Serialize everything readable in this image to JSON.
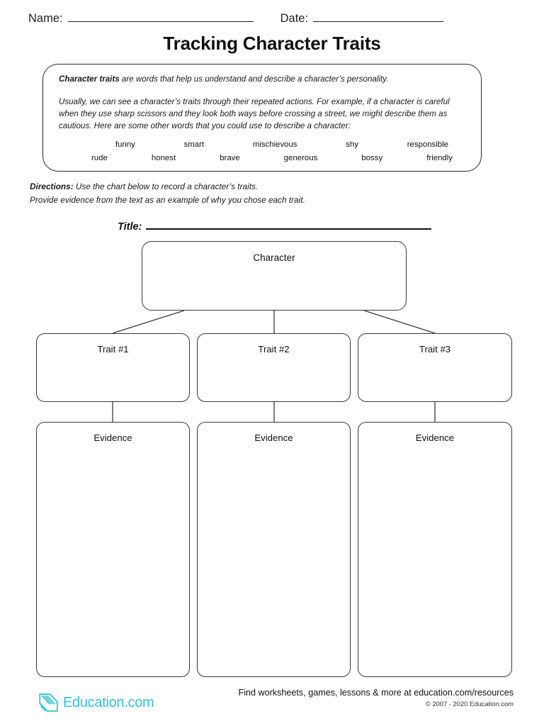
{
  "header": {
    "name_label": "Name:",
    "date_label": "Date:",
    "title": "Tracking Character Traits"
  },
  "info_box": {
    "lead_bold": "Character traits",
    "lead_rest": " are words that help us understand and describe a character’s personality.",
    "body": "Usually, we can see a character’s traits through their repeated actions. For example, if a character is careful when they use sharp scissors and they look both ways before crossing a street, we might describe them as cautious. Here are some other words that you could use to describe a character:",
    "word_rows": [
      [
        "funny",
        "smart",
        "mischievous",
        "shy",
        "responsible"
      ],
      [
        "rude",
        "honest",
        "brave",
        "generous",
        "bossy",
        "friendly"
      ]
    ]
  },
  "directions": {
    "label": "Directions:",
    "line1": " Use the chart below to record a character’s traits.",
    "line2": "Provide evidence from the text as an example of why you chose each trait."
  },
  "title_field": {
    "label": "Title:",
    "value": ""
  },
  "chart": {
    "character_label": "Character",
    "traits": [
      {
        "label": "Trait #1",
        "value": ""
      },
      {
        "label": "Trait #2",
        "value": ""
      },
      {
        "label": "Trait #3",
        "value": ""
      }
    ],
    "evidence": [
      {
        "label": "Evidence",
        "value": ""
      },
      {
        "label": "Evidence",
        "value": ""
      },
      {
        "label": "Evidence",
        "value": ""
      }
    ]
  },
  "footer": {
    "brand": "Education.com",
    "tagline": "Find worksheets, games, lessons & more at education.com/resources",
    "copyright": "© 2007 - 2020 Education.com",
    "brand_color": "#2fc4d6"
  }
}
